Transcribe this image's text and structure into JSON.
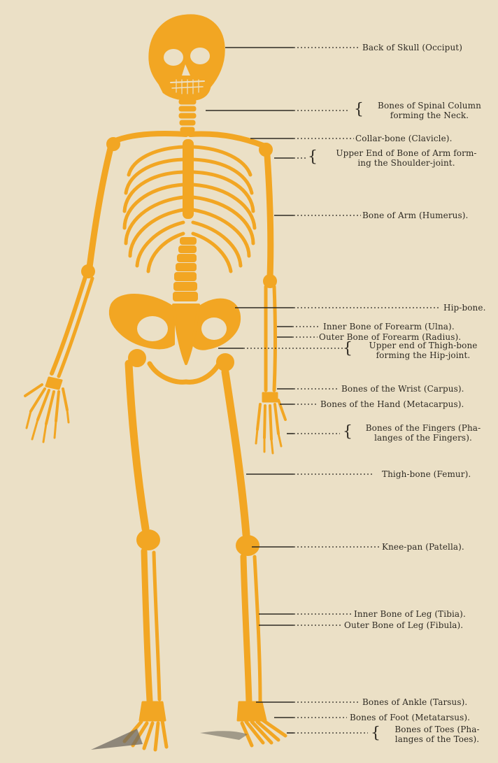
{
  "skeleton_color": "#f2a623",
  "label_color": "#2e2a23",
  "background_color": "#ebe0c6",
  "labels": {
    "occiput": "Back of Skull (Occiput)",
    "neck_1": "Bones of Spinal Column",
    "neck_2": "forming the Neck.",
    "clavicle": "Collar-bone (Clavicle).",
    "shoulder_1": "Upper End of Bone of Arm form-",
    "shoulder_2": "ing the Shoulder-joint.",
    "humerus": "Bone of Arm (Humerus).",
    "hip": "Hip-bone.",
    "ulna": "Inner Bone of Forearm (Ulna).",
    "radius": "Outer Bone of Forearm (Radius).",
    "thigh_upper_1": "Upper end of Thigh-bone",
    "thigh_upper_2": "forming the Hip-joint.",
    "carpus": "Bones of the Wrist (Carpus).",
    "metacarpus": "Bones of the Hand (Metacarpus).",
    "fingers_1": "Bones of the Fingers (Pha-",
    "fingers_2": "langes of the Fingers).",
    "femur": "Thigh-bone (Femur).",
    "patella": "Knee-pan (Patella).",
    "tibia": "Inner Bone of Leg (Tibia).",
    "fibula": "Outer Bone of Leg (Fibula).",
    "tarsus": "Bones of Ankle (Tarsus).",
    "metatarsus": "Bones of Foot (Metatarsus).",
    "toes_1": "Bones of Toes (Pha-",
    "toes_2": "langes of the Toes)."
  }
}
